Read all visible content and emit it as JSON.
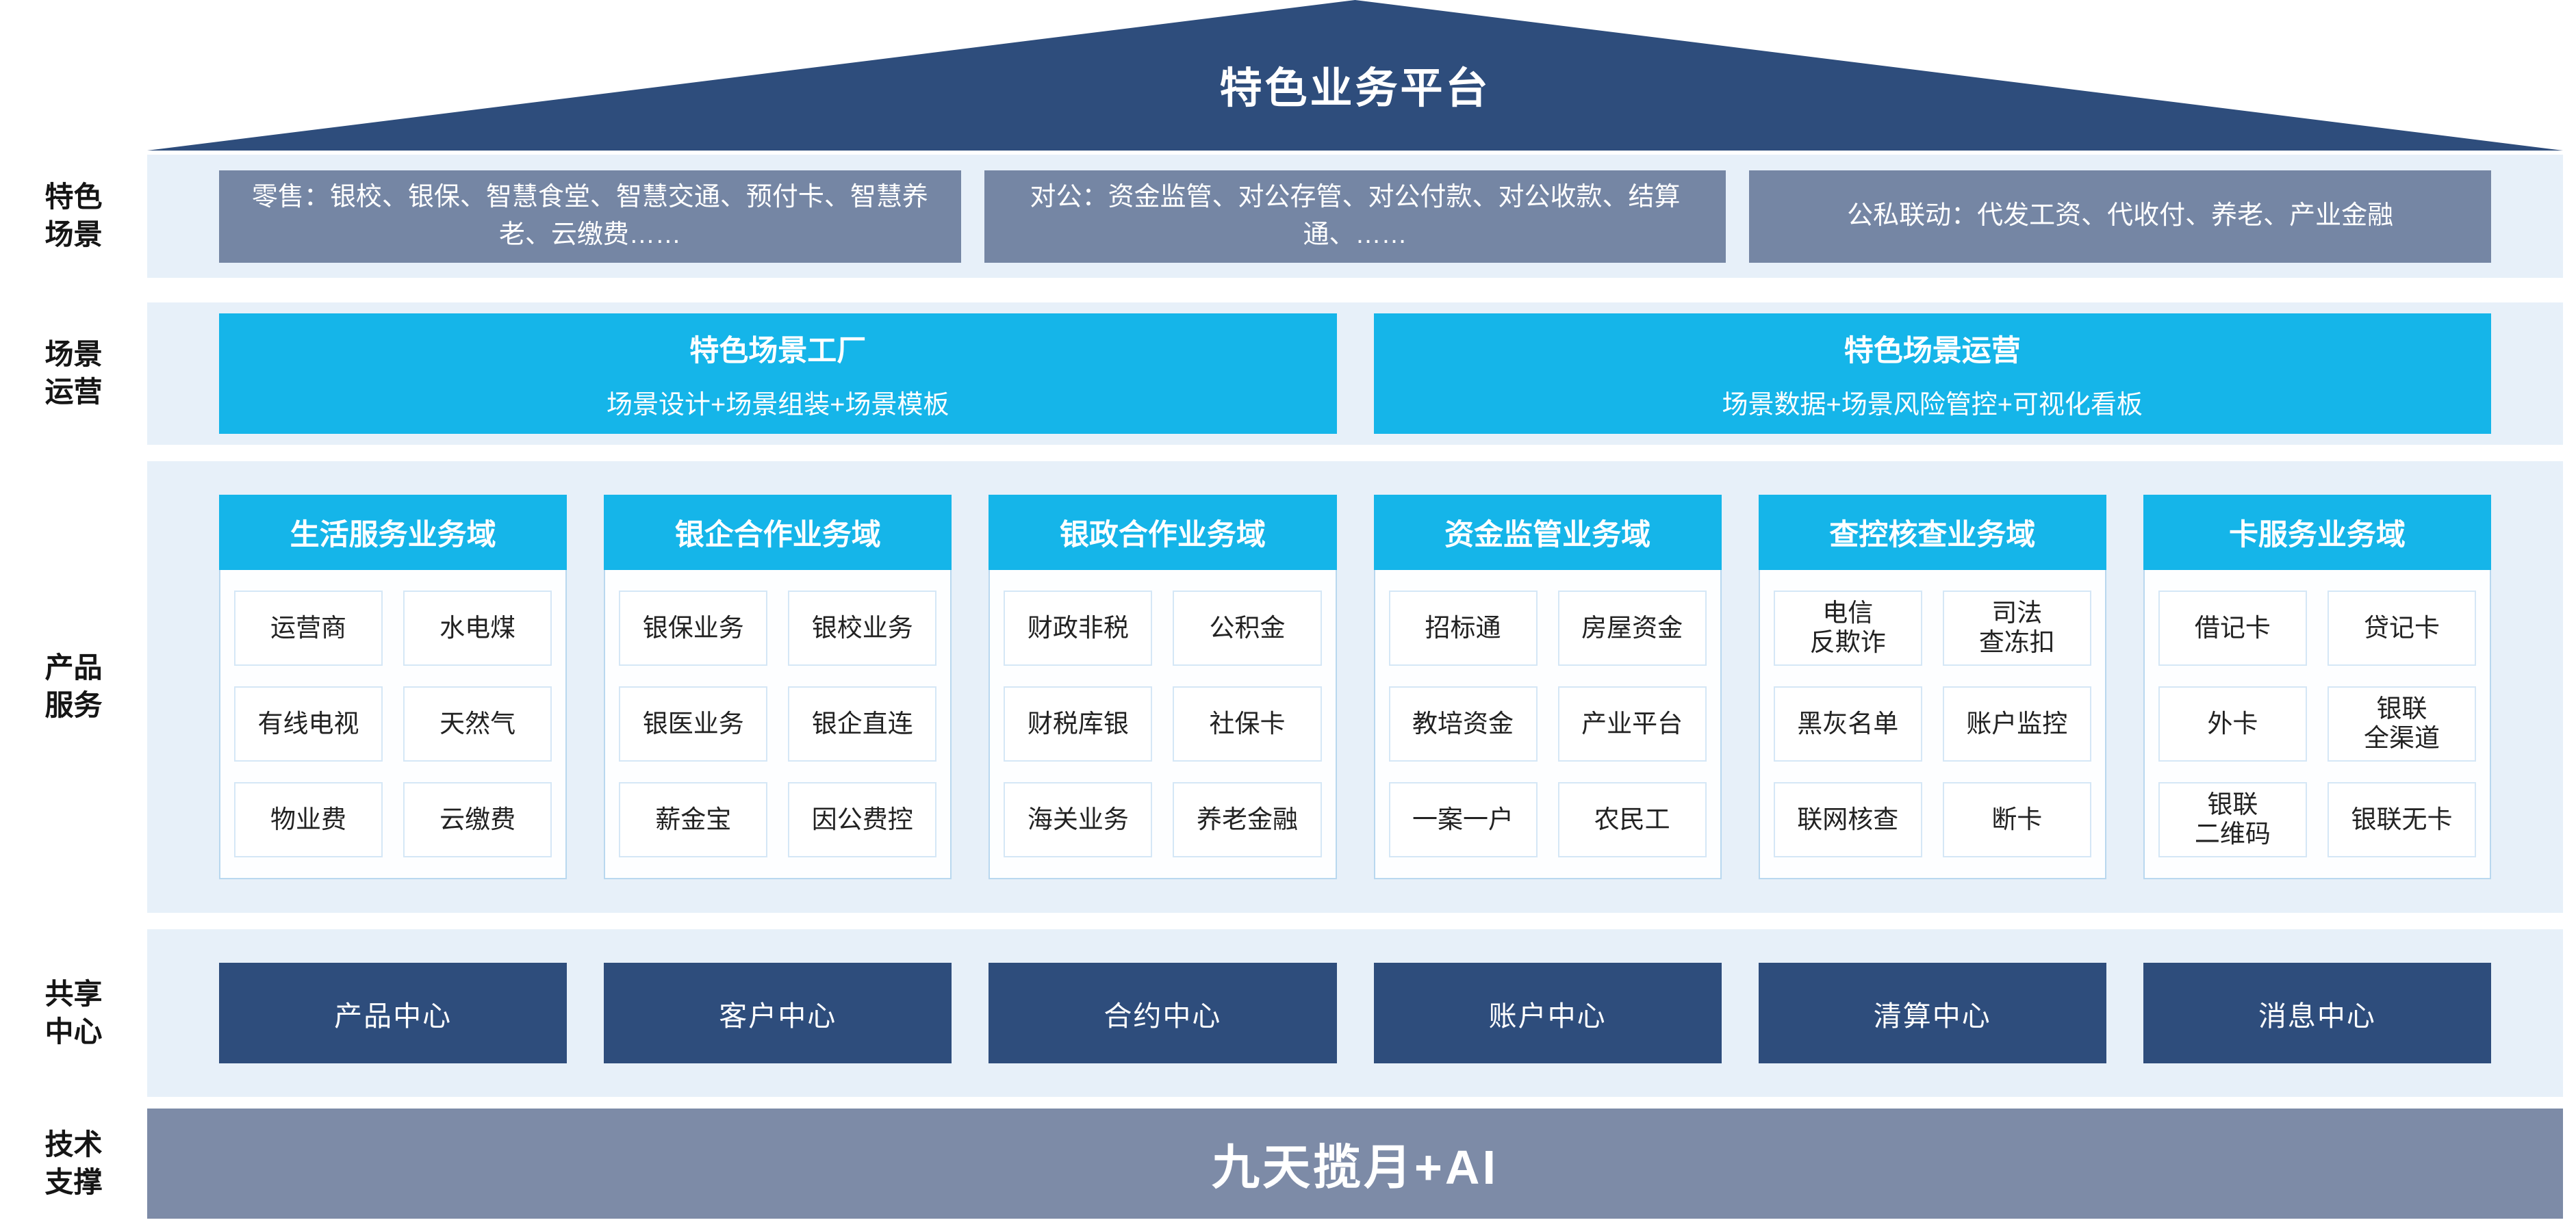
{
  "title": "特色业务平台",
  "colors": {
    "roof_navy": "#2e4d7c",
    "band_light_blue": "#e7f0f9",
    "slate_box": "#7586a4",
    "cyan": "#15b5e9",
    "shared_navy": "#2e4d7c",
    "tech_slate": "#7d8ba7"
  },
  "side_labels": [
    "特色\n场景",
    "场景\n运营",
    "产品\n服务",
    "共享\n中心",
    "技术\n支撑"
  ],
  "scene_row": {
    "boxes": [
      "零售：银校、银保、智慧食堂、智慧交通、预付卡、智慧养老、云缴费……",
      "对公：资金监管、对公存管、对公付款、对公收款、结算通、……",
      "公私联动：代发工资、代收付、养老、产业金融"
    ]
  },
  "ops_row": {
    "boxes": [
      {
        "title": "特色场景工厂",
        "subtitle": "场景设计+场景组装+场景模板"
      },
      {
        "title": "特色场景运营",
        "subtitle": "场景数据+场景风险管控+可视化看板"
      }
    ]
  },
  "product_row": {
    "columns": [
      {
        "title": "生活服务业务域",
        "items": [
          "运营商",
          "水电煤",
          "有线电视",
          "天然气",
          "物业费",
          "云缴费"
        ]
      },
      {
        "title": "银企合作业务域",
        "items": [
          "银保业务",
          "银校业务",
          "银医业务",
          "银企直连",
          "薪金宝",
          "因公费控"
        ]
      },
      {
        "title": "银政合作业务域",
        "items": [
          "财政非税",
          "公积金",
          "财税库银",
          "社保卡",
          "海关业务",
          "养老金融"
        ]
      },
      {
        "title": "资金监管业务域",
        "items": [
          "招标通",
          "房屋资金",
          "教培资金",
          "产业平台",
          "一案一户",
          "农民工"
        ]
      },
      {
        "title": "查控核查业务域",
        "items": [
          "电信\n反欺诈",
          "司法\n查冻扣",
          "黑灰名单",
          "账户监控",
          "联网核查",
          "断卡"
        ]
      },
      {
        "title": "卡服务业务域",
        "items": [
          "借记卡",
          "贷记卡",
          "外卡",
          "银联\n全渠道",
          "银联\n二维码",
          "银联无卡"
        ]
      }
    ]
  },
  "shared_row": {
    "boxes": [
      "产品中心",
      "客户中心",
      "合约中心",
      "账户中心",
      "清算中心",
      "消息中心"
    ]
  },
  "tech_row": {
    "label": "九天揽月+AI"
  }
}
